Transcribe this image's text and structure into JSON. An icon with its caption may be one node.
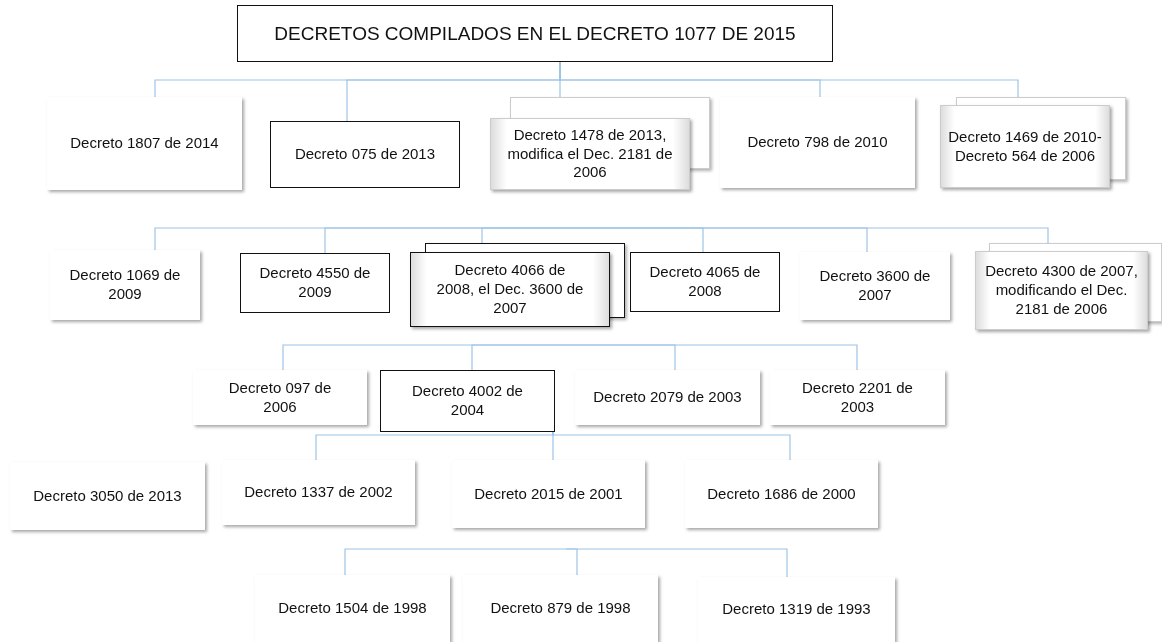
{
  "diagram": {
    "nodes": [
      {
        "text": [
          "DECRETOS COMPILADOS EN EL DECRETO 1077 DE 2015"
        ]
      },
      {
        "text": [
          "Decreto 1807 de 2014"
        ]
      },
      {
        "text": [
          "Decreto 075 de 2013"
        ]
      },
      {
        "text": [
          "Decreto 1478 de 2013, modifica el Dec. 2181 de 2006"
        ]
      },
      {
        "text": [
          "Decreto 798 de 2010"
        ]
      },
      {
        "text": [
          "Decreto 1469 de 2010- Decreto 564 de 2006"
        ]
      },
      {
        "text": [
          "Decreto 1069 de 2009"
        ]
      },
      {
        "text": [
          "Decreto 4550 de 2009"
        ]
      },
      {
        "text": [
          "Decreto 4066 de 2008, el Dec. 3600 de 2007"
        ]
      },
      {
        "text": [
          "Decreto 4065 de 2008"
        ]
      },
      {
        "text": [
          "Decreto 3600 de 2007"
        ]
      },
      {
        "text": [
          "Decreto 4300 de 2007, modificando el Dec. 2181 de 2006"
        ]
      },
      {
        "text": [
          "Decreto 097 de 2006"
        ]
      },
      {
        "text": [
          "Decreto 4002 de 2004"
        ]
      },
      {
        "text": [
          "Decreto 2079 de 2003"
        ]
      },
      {
        "text": [
          "Decreto 2201 de 2003"
        ]
      },
      {
        "text": [
          "Decreto 3050 de 2013"
        ]
      },
      {
        "text": [
          "Decreto 1337 de 2002"
        ]
      },
      {
        "text": [
          "Decreto 2015 de 2001"
        ]
      },
      {
        "text": [
          "Decreto 1686 de 2000"
        ]
      },
      {
        "text": [
          "Decreto 1504 de 1998"
        ]
      },
      {
        "text": [
          "Decreto 879 de 1998"
        ]
      },
      {
        "text": [
          "Decreto 1319 de 1993"
        ]
      }
    ],
    "edges": [
      {
        "from": 0,
        "to": 1,
        "arrow": "none"
      },
      {
        "from": 0,
        "to": 2,
        "arrow": "none"
      },
      {
        "from": 0,
        "to": 3,
        "arrow": "none"
      },
      {
        "from": 0,
        "to": 4,
        "arrow": "none"
      },
      {
        "from": 0,
        "to": 5,
        "arrow": "none"
      },
      {
        "from": null,
        "to": 6,
        "arrow": "none"
      },
      {
        "from": null,
        "to": 7,
        "arrow": "none"
      },
      {
        "from": null,
        "to": 8,
        "arrow": "none"
      },
      {
        "from": null,
        "to": 9,
        "arrow": "none"
      },
      {
        "from": null,
        "to": 10,
        "arrow": "none"
      },
      {
        "from": null,
        "to": 11,
        "arrow": "none"
      },
      {
        "from": null,
        "to": 12,
        "arrow": "none"
      },
      {
        "from": null,
        "to": 13,
        "arrow": "none"
      },
      {
        "from": null,
        "to": 14,
        "arrow": "none"
      },
      {
        "from": null,
        "to": 15,
        "arrow": "none"
      },
      {
        "from": 13,
        "to": 17,
        "arrow": "none"
      },
      {
        "from": 13,
        "to": 18,
        "arrow": "none"
      },
      {
        "from": 13,
        "to": 19,
        "arrow": "none"
      },
      {
        "from": null,
        "to": 20,
        "arrow": "none"
      },
      {
        "from": null,
        "to": 21,
        "arrow": "none"
      },
      {
        "from": null,
        "to": 22,
        "arrow": "none"
      }
    ]
  }
}
